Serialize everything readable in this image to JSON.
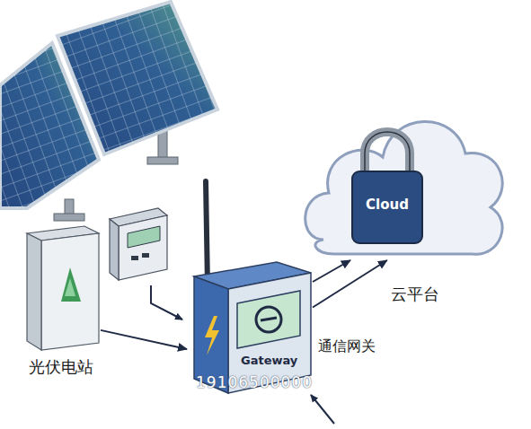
{
  "diagram": {
    "nodes": [
      {
        "text": [
          "光伏电站"
        ]
      },
      {
        "text": [
          "Gateway",
          "通信网关"
        ]
      },
      {
        "text": [
          "Cloud",
          "云平台"
        ]
      }
    ],
    "edges": [
      {
        "from": 0,
        "to": 1,
        "arrow": "to"
      },
      {
        "from": 1,
        "to": 2,
        "arrow": "to"
      },
      {
        "from": 1,
        "to": 2,
        "arrow": "to"
      }
    ],
    "labels": [
      "19106500000"
    ]
  }
}
